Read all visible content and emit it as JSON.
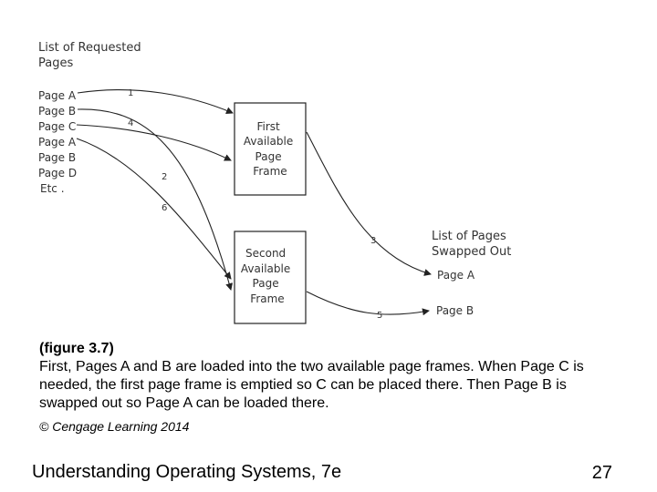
{
  "diagram": {
    "requested_title": [
      "List of Requested",
      "Pages"
    ],
    "requested_pages": [
      "Page A",
      "Page B",
      "Page C",
      "Page A",
      "Page B",
      "Page D",
      "Etc ."
    ],
    "frames": [
      {
        "lines": [
          "First",
          "Available",
          "Page",
          "Frame"
        ]
      },
      {
        "lines": [
          "Second",
          "Available",
          "Page",
          "Frame"
        ]
      }
    ],
    "swapped_title": [
      "List of Pages",
      "Swapped Out"
    ],
    "swapped_pages": [
      "Page A",
      "Page B"
    ],
    "step_numbers": [
      "1",
      "4",
      "2",
      "6",
      "3",
      "5"
    ]
  },
  "caption": {
    "figure_label": "(figure 3.7)",
    "text": "First, Pages A and B are loaded into the two available page frames. When Page C is needed, the first page frame is emptied so C can be placed there. Then Page B is swapped out so Page A can be loaded there."
  },
  "copyright": "© Cengage Learning 2014",
  "footer": {
    "title": "Understanding Operating Systems, 7e",
    "page_number": "27"
  }
}
